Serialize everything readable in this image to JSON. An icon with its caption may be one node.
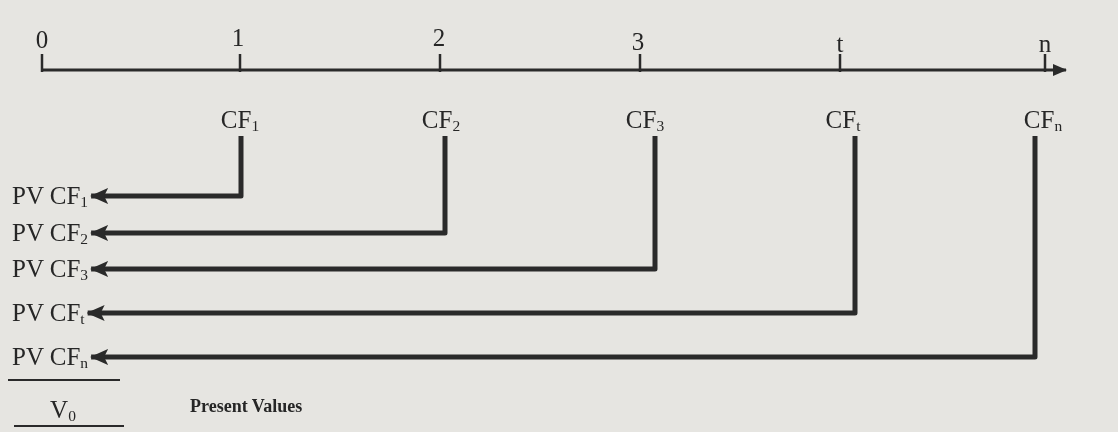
{
  "diagram": {
    "nodes": [
      {
        "text": [
          "CF$_{1}$"
        ]
      },
      {
        "text": [
          "CF$_{2}$"
        ]
      },
      {
        "text": [
          "CF$_{3}$"
        ]
      },
      {
        "text": [
          "CF$_{t}$"
        ]
      },
      {
        "text": [
          "CF$_{n}$"
        ]
      },
      {
        "text": [
          "PV CF$_{1}$"
        ]
      },
      {
        "text": [
          "PV CF$_{2}$"
        ]
      },
      {
        "text": [
          "PV CF$_{3}$"
        ]
      },
      {
        "text": [
          "PV CF$_{t}$"
        ]
      },
      {
        "text": [
          "PV CF$_{n}$"
        ]
      }
    ],
    "edges": [
      {
        "from": 0,
        "to": 5,
        "arrow": "to"
      },
      {
        "from": 1,
        "to": 6,
        "arrow": "to"
      },
      {
        "from": 2,
        "to": 7,
        "arrow": "to"
      },
      {
        "from": 3,
        "to": 8,
        "arrow": "to"
      },
      {
        "from": 4,
        "to": 9,
        "arrow": "to"
      }
    ],
    "labels": [
      "0",
      "1",
      "2",
      "3",
      "t",
      "n",
      "V$_{0}$",
      "Present Values"
    ]
  }
}
